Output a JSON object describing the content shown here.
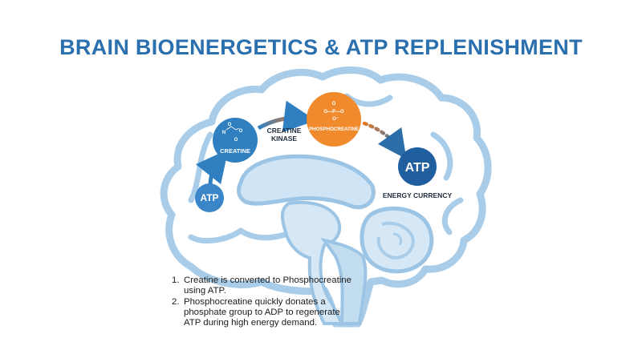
{
  "title": "BRAIN BIOENERGETICS & ATP REPLENISHMENT",
  "nodes": {
    "atp_input": "ATP",
    "creatine": "CREATINE",
    "phosphocreatine": "PHOSPHOCREATINE",
    "atp_output": "ATP"
  },
  "labels": {
    "creatine_kinase_line1": "CREATINE",
    "creatine_kinase_line2": "KINASE",
    "energy_currency": "ENERGY CURRENCY"
  },
  "molecule_glyphs": {
    "creatine": [
      "O",
      "N",
      "O",
      "O"
    ],
    "phosphocreatine": [
      "O",
      "O—P—O",
      "O⁻"
    ]
  },
  "steps": [
    {
      "num": "1.",
      "text": "Creatine is converted to Phosphocreatine using ATP."
    },
    {
      "num": "2.",
      "text": "Phosphocreatine quickly donates a phosphate group to ADP to regenerate ATP during high energy demand."
    }
  ],
  "colors": {
    "title": "#2a6fae",
    "brain_outline": "#a9cde9",
    "brain_fill": "#ffffff",
    "inner_fill": "#cfe4f4",
    "inner_stroke": "#9cc4e4",
    "node_blue": "#2f7fc1",
    "node_dark_blue": "#1f5f9e",
    "node_orange": "#f08a2c",
    "arrow_blue": "#2f7fc1",
    "arrow_orange": "#e0782a"
  }
}
